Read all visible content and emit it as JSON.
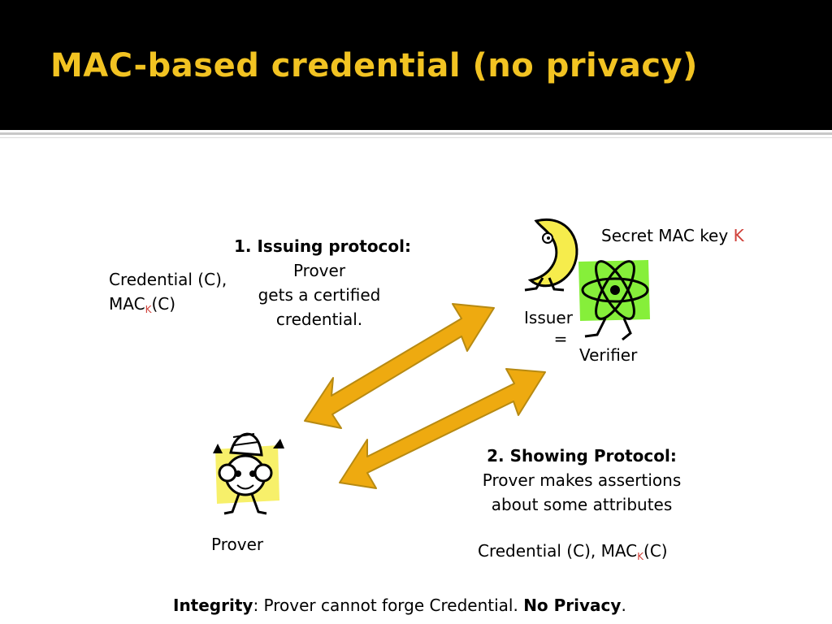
{
  "slide": {
    "title": "MAC-based credential (no privacy)"
  },
  "issuing": {
    "heading": "1. Issuing protocol:",
    "line1": "Prover",
    "line2": "gets a certified",
    "line3": "credential."
  },
  "left_credential": {
    "line1": "Credential (C),",
    "mac_prefix": "MAC",
    "mac_sub": "K",
    "mac_suffix": "(C)"
  },
  "secret_key": {
    "label": "Secret MAC key ",
    "key": "K"
  },
  "issuer": {
    "label": "Issuer",
    "equals": "=",
    "verifier": "Verifier"
  },
  "showing": {
    "heading": "2. Showing Protocol:",
    "line1": "Prover makes assertions",
    "line2": "about some attributes"
  },
  "prover": {
    "label": "Prover"
  },
  "right_credential": {
    "prefix": "Credential (C), MAC",
    "sub": "K",
    "suffix": "(C)"
  },
  "footer": {
    "integrity": "Integrity",
    "middle": ": Prover cannot forge Credential. ",
    "no_privacy": "No Privacy",
    "end": "."
  },
  "colors": {
    "title": "#f2c322",
    "arrow_fill": "#eeaa10",
    "arrow_stroke": "#b78a12",
    "key_red": "#d0413a",
    "figure_green": "#86ef3a",
    "figure_yellow": "#f7f06a"
  },
  "icons": [
    "moon-character-icon",
    "atom-character-icon",
    "shell-character-icon"
  ]
}
